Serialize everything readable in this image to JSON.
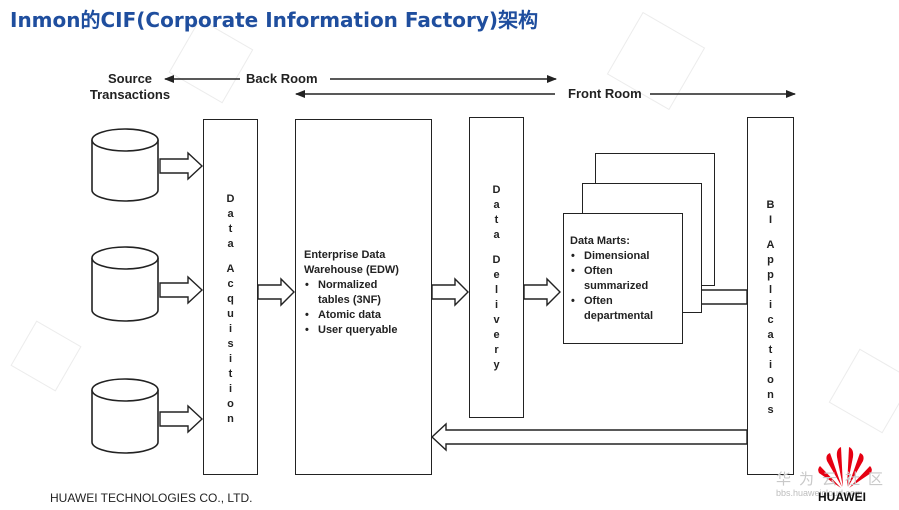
{
  "slide": {
    "title": "Inmon的CIF(Corporate Information Factory)架构"
  },
  "diagram": {
    "source_label": "Source\nTransactions",
    "back_room_label": "Back Room",
    "front_room_label": "Front Room",
    "data_acquisition": "Data Acquisition",
    "edw": {
      "title": "Enterprise Data\nWarehouse (EDW)",
      "items": [
        "Normalized\ntables (3NF)",
        "Atomic data",
        "User queryable"
      ]
    },
    "data_delivery": "Data Delivery",
    "data_marts": {
      "title": "Data Marts:",
      "items": [
        "Dimensional",
        "Often\nsummarized",
        "Often\ndepartmental"
      ]
    },
    "bi_applications": "BI Applications"
  },
  "footer": {
    "company": "HUAWEI TECHNOLOGIES CO., LTD.",
    "brand_cn": "华为云社区",
    "brand_url": "bbs.huaweicloud.com",
    "brand_name": "HUAWEI"
  }
}
